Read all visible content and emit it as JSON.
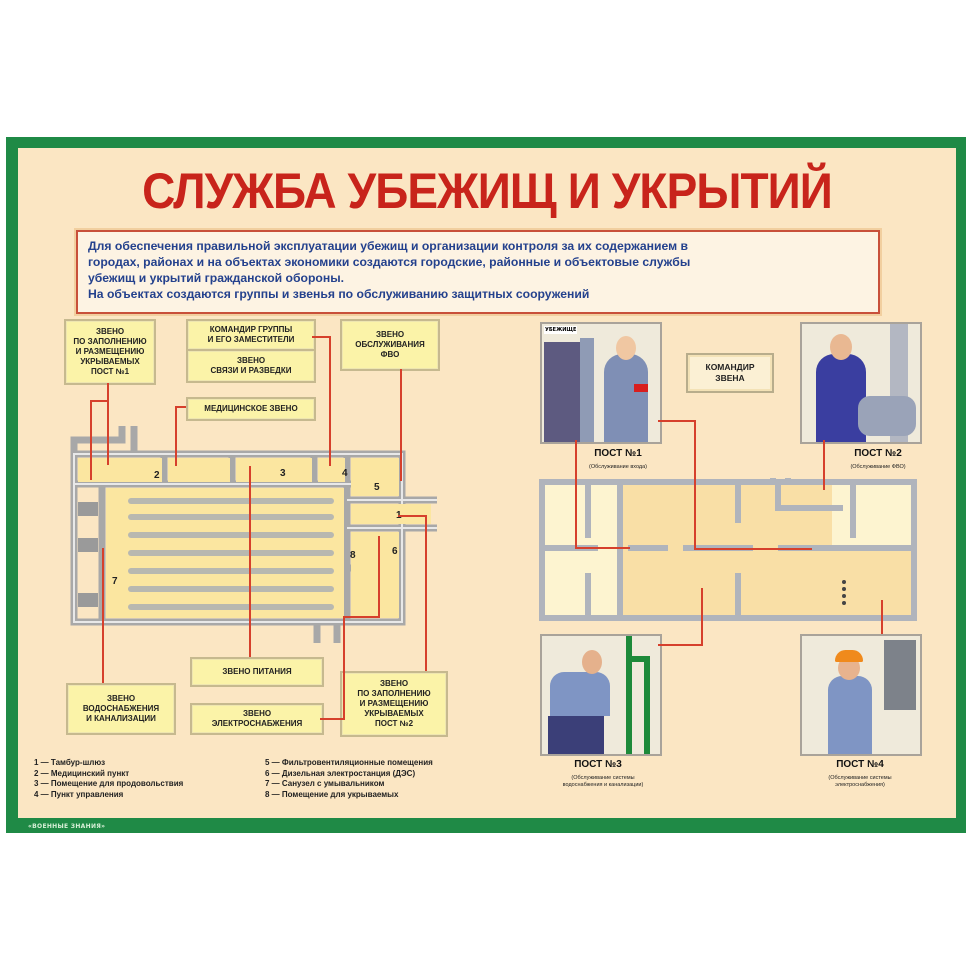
{
  "title": "СЛУЖБА УБЕЖИЩ И УКРЫТИЙ",
  "intro": {
    "lines": [
      "Для обеспечения правильной эксплуатации убежищ  и организации контроля за их содержанием в",
      "городах, районах и на объектах  экономики создаются городские, районные и объектовые службы",
      "убежищ и укрытий гражданской обороны.",
      "На объектах создаются группы и звенья по обслуживанию защитных сооружений"
    ]
  },
  "left_boxes": {
    "fill_post1": [
      "ЗВЕНО",
      "ПО ЗАПОЛНЕНИЮ",
      "И РАЗМЕЩЕНИЮ",
      "УКРЫВАЕМЫХ",
      "ПОСТ №1"
    ],
    "group_commander": [
      "КОМАНДИР ГРУППЫ",
      "И ЕГО ЗАМЕСТИТЕЛИ"
    ],
    "comms": [
      "ЗВЕНО",
      "СВЯЗИ И РАЗВЕДКИ"
    ],
    "fvo": [
      "ЗВЕНО",
      "ОБСЛУЖИВАНИЯ",
      "ФВО"
    ],
    "medical": [
      "МЕДИЦИНСКОЕ ЗВЕНО"
    ],
    "water": [
      "ЗВЕНО",
      "ВОДОСНАБЖЕНИЯ",
      "И КАНАЛИЗАЦИИ"
    ],
    "food": [
      "ЗВЕНО ПИТАНИЯ"
    ],
    "power": [
      "ЗВЕНО",
      "ЭЛЕКТРОСНАБЖЕНИЯ"
    ],
    "fill_post2": [
      "ЗВЕНО",
      "ПО ЗАПОЛНЕНИЮ",
      "И РАЗМЕЩЕНИЮ",
      "УКРЫВАЕМЫХ",
      "ПОСТ №2"
    ]
  },
  "plan_numbers": [
    "1",
    "2",
    "3",
    "4",
    "5",
    "6",
    "7",
    "8"
  ],
  "legend": {
    "left": [
      "1 — Тамбур-шлюз",
      "2 — Медицинский пункт",
      "3 — Помещение для продовольствия",
      "4 — Пункт управления"
    ],
    "right": [
      "5 — Фильтровентиляционные помещения",
      "6 — Дизельная электростанция (ДЭС)",
      "7 — Санузел с умывальником",
      "8 — Помещение для укрываемых"
    ]
  },
  "right": {
    "commander": [
      "КОМАНДИР",
      "ЗВЕНА"
    ],
    "door_sign": "УБЕЖИЩЕ",
    "posts": [
      {
        "label": "ПОСТ №1",
        "sub": [
          "(Обслуживание входа)"
        ]
      },
      {
        "label": "ПОСТ №2",
        "sub": [
          "(Обслуживание ФВО)"
        ]
      },
      {
        "label": "ПОСТ №3",
        "sub": [
          "(Обслуживание системы",
          "водоснабжения и канализации)"
        ]
      },
      {
        "label": "ПОСТ №4",
        "sub": [
          "(Обслуживание системы",
          "электроснабжения)"
        ]
      }
    ]
  },
  "footer_brand": "«ВОЕННЫЕ ЗНАНИЯ»",
  "colors": {
    "frame": "#1f8a46",
    "background": "#fbe6c3",
    "title": "#c8241b",
    "intro_text": "#24418d",
    "link_line": "#d6402c",
    "box_fill": "#fbf3a8"
  }
}
